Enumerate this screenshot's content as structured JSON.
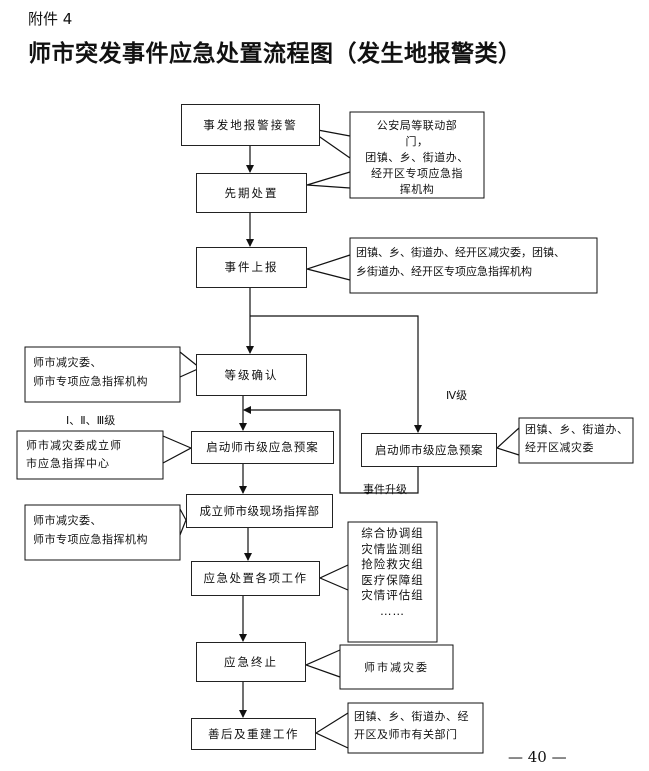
{
  "header": {
    "annex": "附件 4",
    "title": "师市突发事件应急处置流程图（发生地报警类）"
  },
  "boxes": {
    "receive": "事发地报警接警",
    "initial": "先期处置",
    "report": "事件上报",
    "confirm": "等级确认",
    "start_plan": "启动师市级应急预案",
    "county_plan": "启动师市级应急预案",
    "command": "成立师市级现场指挥部",
    "work": "应急处置各项工作",
    "end": "应急终止",
    "recovery": "善后及重建工作"
  },
  "notes": {
    "police": [
      "公安局等联动部",
      "门，",
      "团镇、乡、街道办、",
      "经开区专项应急指",
      "挥机构"
    ],
    "report_to": [
      "团镇、乡、街道办、经开区减灾委，团镇、",
      "乡街道办、经开区专项应急指挥机构"
    ],
    "confirm_by": [
      "师市减灾委、",
      "师市专项应急指挥机构"
    ],
    "command_center": [
      "师市减灾委成立师",
      "市应急指挥中心"
    ],
    "county_committee": [
      "团镇、乡、街道办、",
      "经开区减灾委"
    ],
    "command_by": [
      "师市减灾委、",
      "师市专项应急指挥机构"
    ],
    "groups": [
      "综合协调组",
      "灾情监测组",
      "抢险救灾组",
      "医疗保障组",
      "灾情评估组",
      "……"
    ],
    "end_by": [
      "师市减灾委"
    ],
    "recovery_by": [
      "团镇、乡、街道办、经",
      "开区及师市有关部门"
    ]
  },
  "labels": {
    "level_high": "Ⅰ、Ⅱ、Ⅲ级",
    "level_low": "Ⅳ级",
    "upgrade": "事件升级"
  },
  "page_number": "— 40 —"
}
